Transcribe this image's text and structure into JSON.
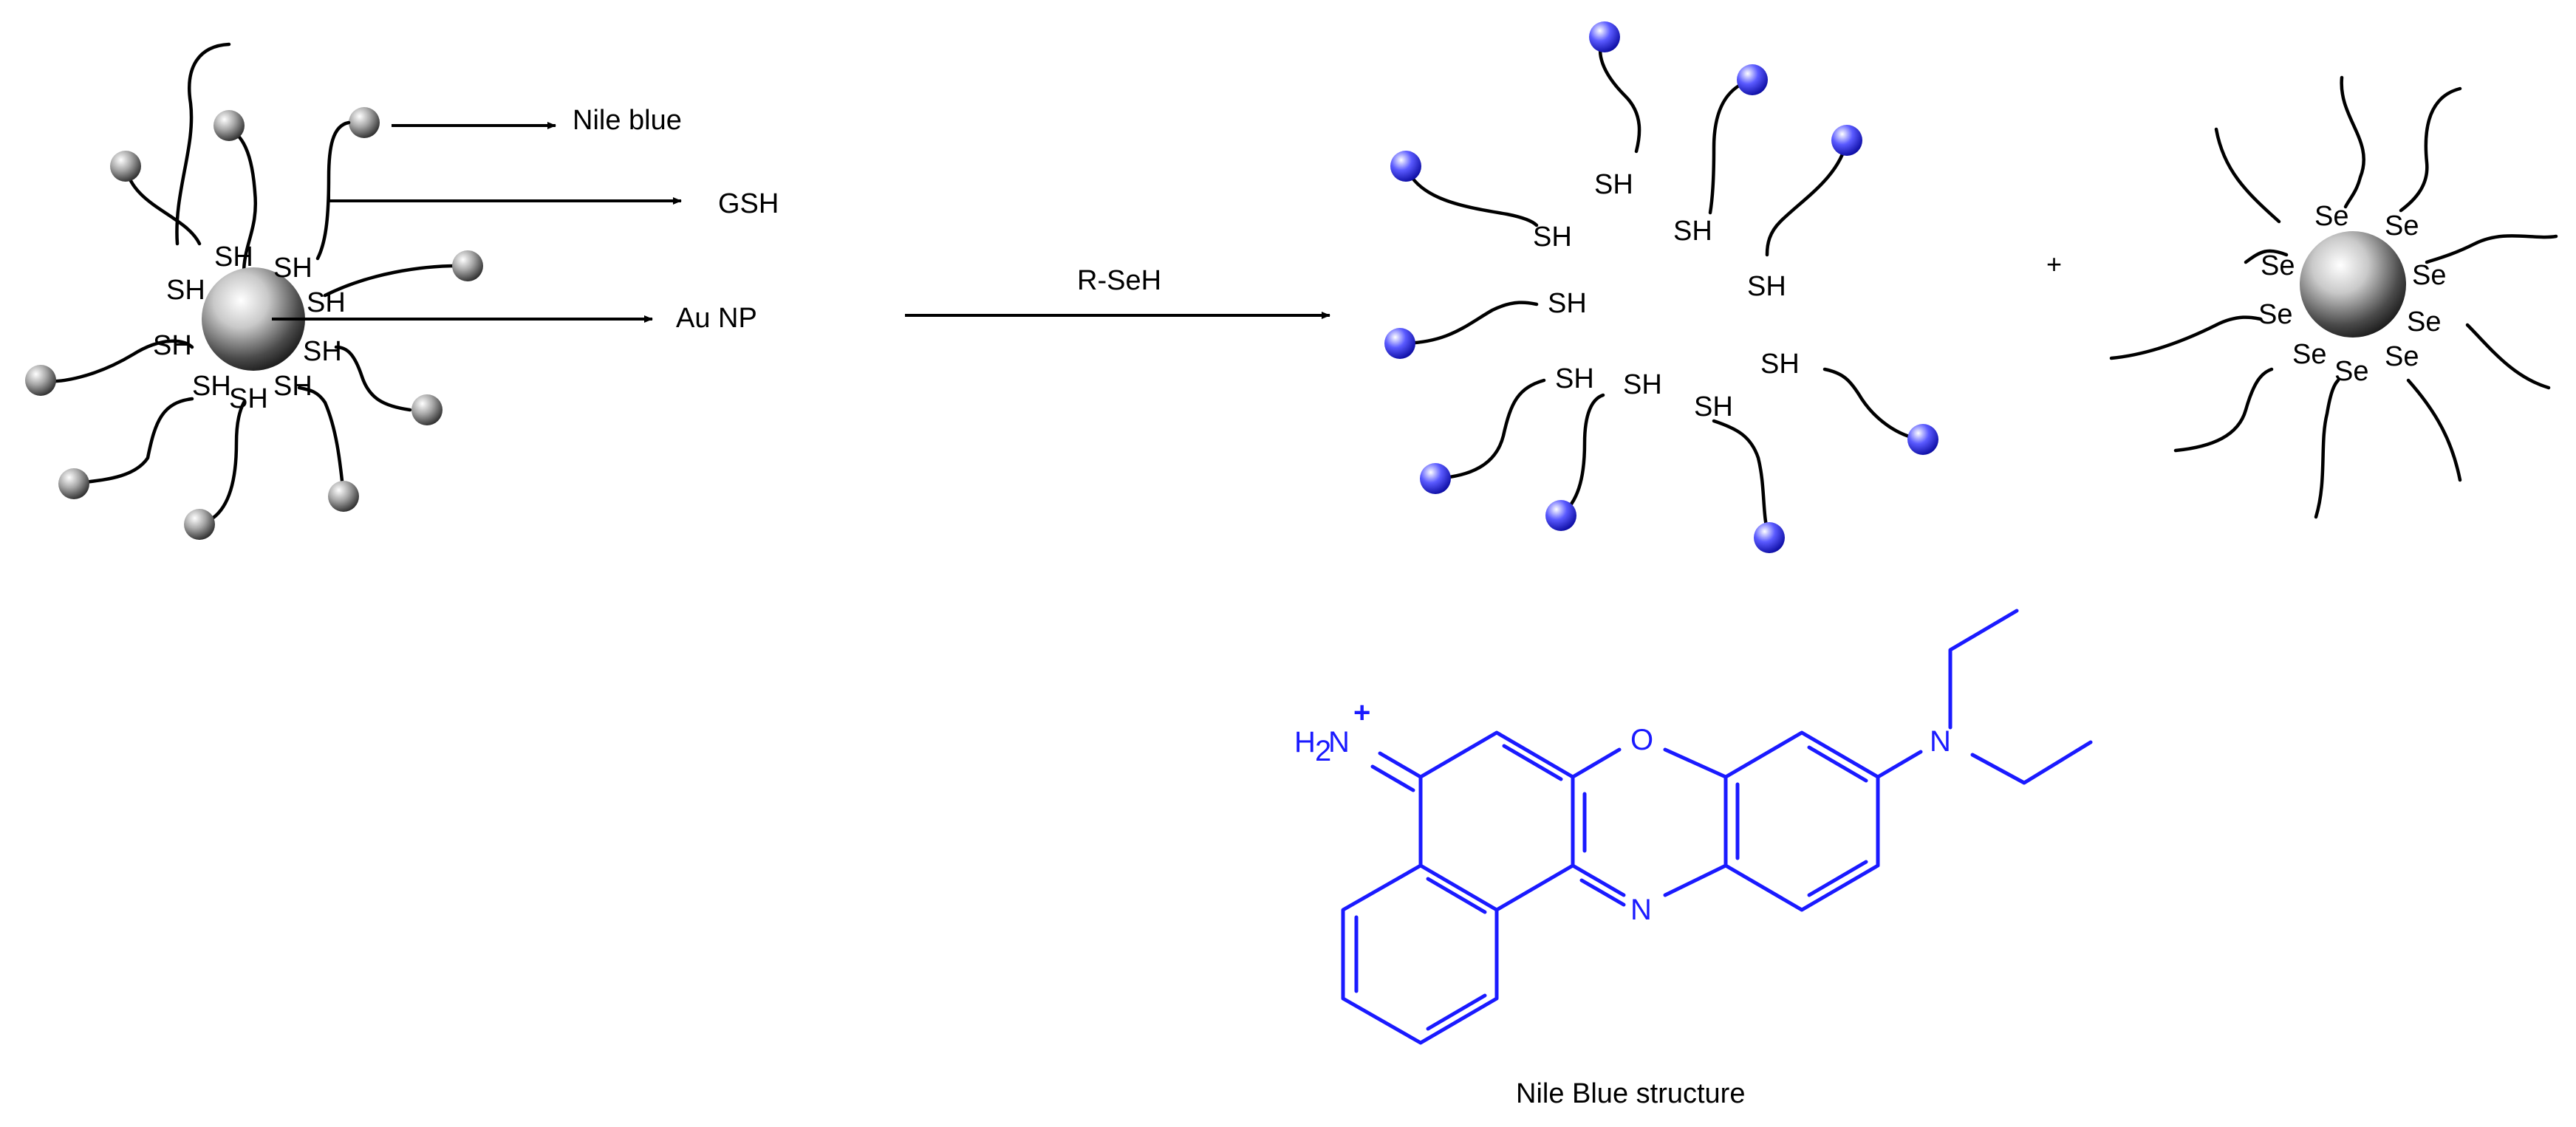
{
  "left_nanoparticle": {
    "thiol_label": "SH",
    "pointers": {
      "nile_blue": "Nile blue",
      "gsh": "GSH",
      "au_np": "Au NP"
    }
  },
  "reaction": {
    "reagent": "R-SeH",
    "plus_sign": "+"
  },
  "released_dyes": {
    "thiol_label": "SH",
    "dye_color": "#3b3bff"
  },
  "se_nanoparticle": {
    "selenol_label": "Se"
  },
  "nile_blue_structure": {
    "iminium_h": "H",
    "iminium_sub": "2",
    "iminium_n": "N",
    "charge": "+",
    "ring_oxygen": "O",
    "ring_nitrogen": "N",
    "amine_nitrogen": "N",
    "caption": "Nile Blue structure",
    "color": "#1a1aff"
  }
}
